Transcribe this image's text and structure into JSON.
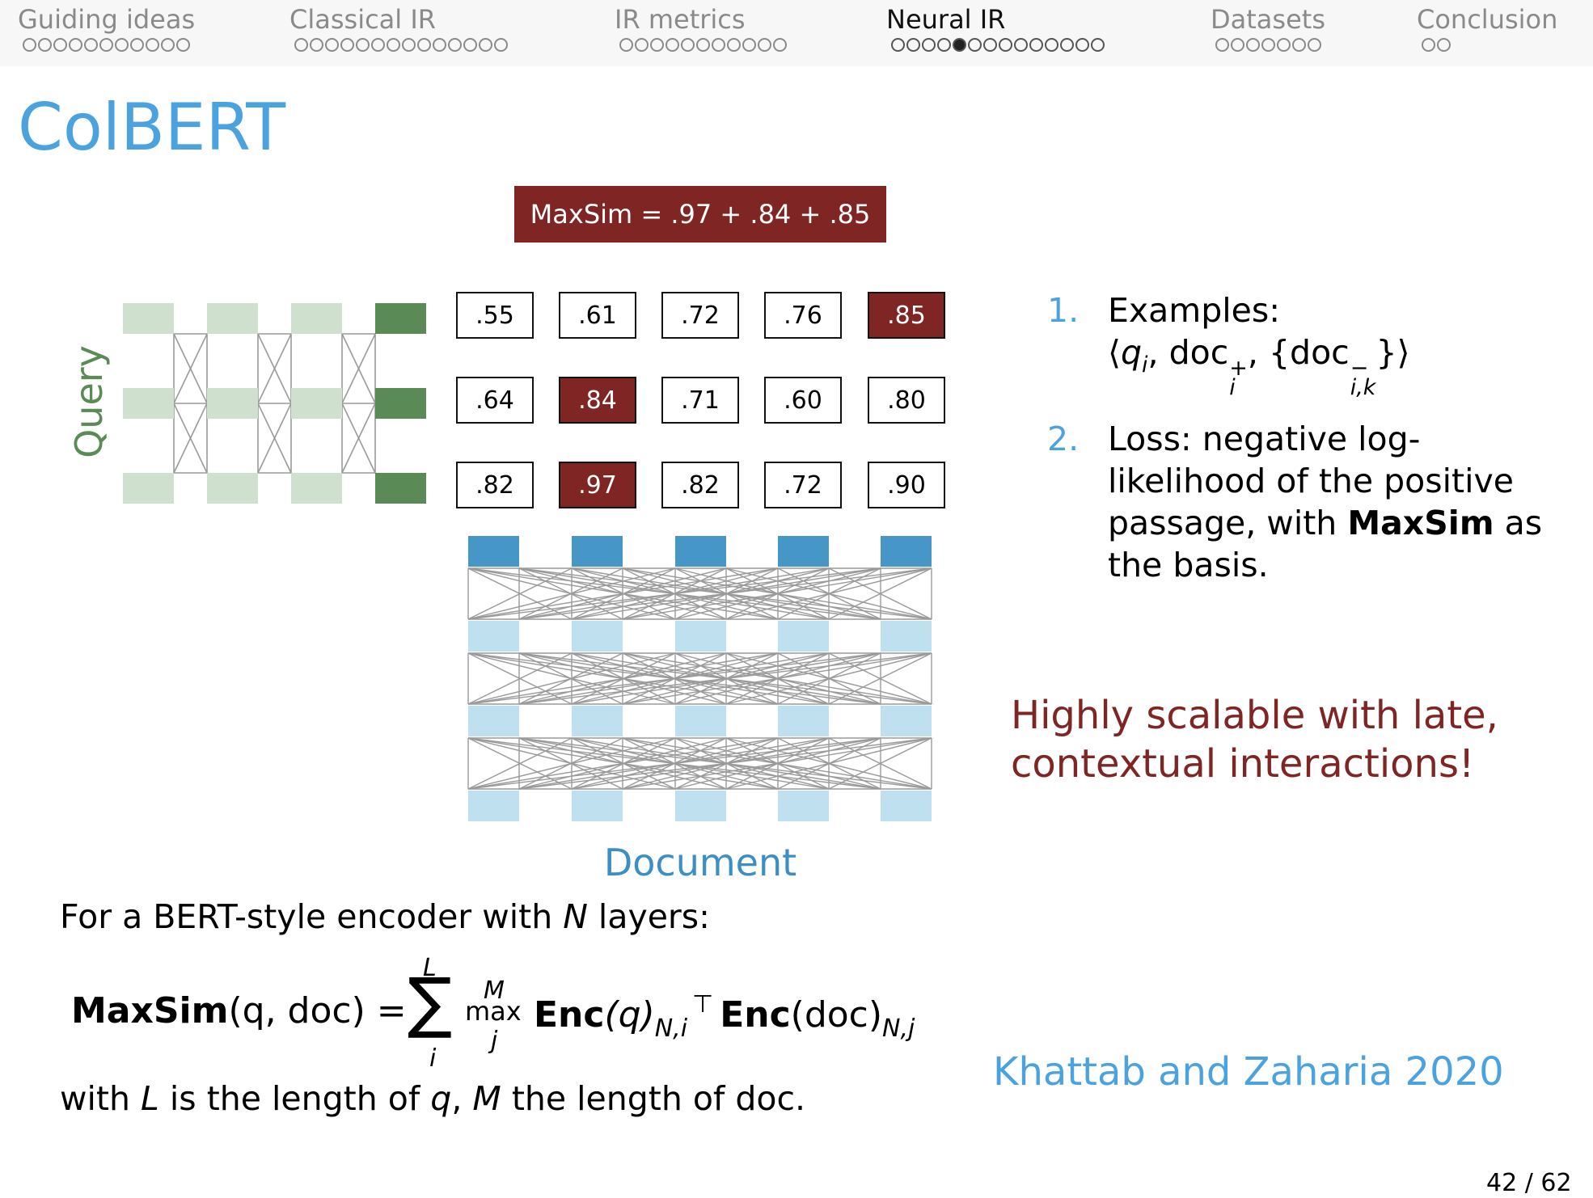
{
  "nav": {
    "sections": [
      {
        "title": "Guiding ideas",
        "dots": 11,
        "active": false,
        "current": -1
      },
      {
        "title": "Classical IR",
        "dots": 14,
        "active": false,
        "current": -1
      },
      {
        "title": "IR metrics",
        "dots": 11,
        "active": false,
        "current": -1
      },
      {
        "title": "Neural IR",
        "dots": 14,
        "active": true,
        "current": 4
      },
      {
        "title": "Datasets",
        "dots": 7,
        "active": false,
        "current": -1
      },
      {
        "title": "Conclusion",
        "dots": 2,
        "active": false,
        "current": -1
      }
    ]
  },
  "slide": {
    "title": "ColBERT",
    "maxsim_box": "MaxSim = .97 + .84 + .85"
  },
  "diagram": {
    "query_label": "Query",
    "document_label": "Document",
    "scores": [
      [
        ".55",
        ".61",
        ".72",
        ".76",
        ".85"
      ],
      [
        ".64",
        ".84",
        ".71",
        ".60",
        ".80"
      ],
      [
        ".82",
        ".97",
        ".82",
        ".72",
        ".90"
      ]
    ],
    "highlighted": [
      [
        0,
        4
      ],
      [
        1,
        1
      ],
      [
        2,
        1
      ]
    ],
    "colors": {
      "query_light": "#cfe0cf",
      "query_dark": "#5a8a56",
      "doc_top": "#4697c8",
      "doc_light": "#bfe0ef",
      "highlight": "#7f2523",
      "lines": "#9a9a9a"
    }
  },
  "steps": {
    "step1": {
      "num": "1.",
      "label": "Examples:",
      "langle": "⟨",
      "q": "q",
      "q_sub": "i",
      "sep1": ", doc",
      "doc_sup": "+",
      "doc_sub": "i",
      "sep2": ", {doc",
      "neg_sup": "−",
      "neg_sub": "i,k",
      "rangle": "}⟩"
    },
    "step2": {
      "num": "2.",
      "text_before": "Loss: negative log-likelihood of the positive passage, with ",
      "bold": "MaxSim",
      "text_after": " as the basis."
    }
  },
  "scalable_text": "Highly scalable with late, contextual interactions!",
  "formula": {
    "intro_before": "For a BERT-style encoder with ",
    "intro_var": "N",
    "intro_after": " layers:",
    "lhs_bold": "MaxSim",
    "lhs_args": "(q, doc) =",
    "sum_symbol": "∑",
    "sum_top": "L",
    "sum_bottom": "i",
    "max_word": "max",
    "max_top": "M",
    "max_bottom": "j",
    "enc1_bold": "Enc",
    "enc1_arg": "(q)",
    "enc1_sub": "N,i",
    "transpose": "⊤",
    "enc2_bold": "Enc",
    "enc2_arg": "(doc)",
    "enc2_sub": "N,j",
    "note_1": "with ",
    "note_L": "L",
    "note_2": " is the length of ",
    "note_q": "q",
    "note_3": ", ",
    "note_M": "M",
    "note_4": " the length of doc."
  },
  "citation": "Khattab and Zaharia 2020",
  "page_number": "42 / 62"
}
